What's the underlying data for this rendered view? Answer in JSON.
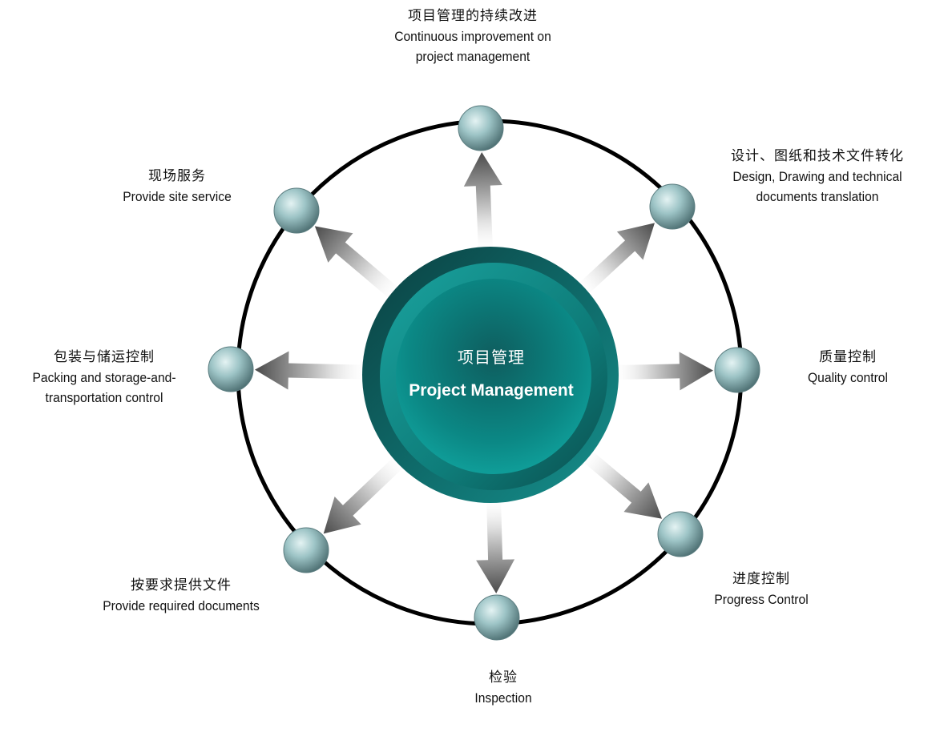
{
  "center": {
    "cn": "项目管理",
    "en": "Project Management"
  },
  "nodes": [
    {
      "id": "top",
      "cn": "项目管理的持续改进",
      "en_lines": [
        "Continuous improvement on",
        "project management"
      ]
    },
    {
      "id": "top-right",
      "cn": "设计、图纸和技术文件转化",
      "en_lines": [
        "Design, Drawing and technical",
        "documents translation"
      ]
    },
    {
      "id": "right",
      "cn": "质量控制",
      "en_lines": [
        "Quality control"
      ]
    },
    {
      "id": "bottom-right",
      "cn": "进度控制",
      "en_lines": [
        "Progress Control"
      ]
    },
    {
      "id": "bottom",
      "cn": "检验",
      "en_lines": [
        "Inspection"
      ]
    },
    {
      "id": "bottom-left",
      "cn": "按要求提供文件",
      "en_lines": [
        "Provide required documents"
      ]
    },
    {
      "id": "left",
      "cn": "包装与储运控制",
      "en_lines": [
        "Packing and storage-and-",
        "transportation control"
      ]
    },
    {
      "id": "top-left",
      "cn": "现场服务",
      "en_lines": [
        "Provide site service"
      ]
    }
  ],
  "colors": {
    "ring": "#000000",
    "hub_outer": "#0e5a5a",
    "hub_inner": "#0f8b88",
    "node": "#8fb8ba",
    "arrow": "#6f6f6f"
  }
}
